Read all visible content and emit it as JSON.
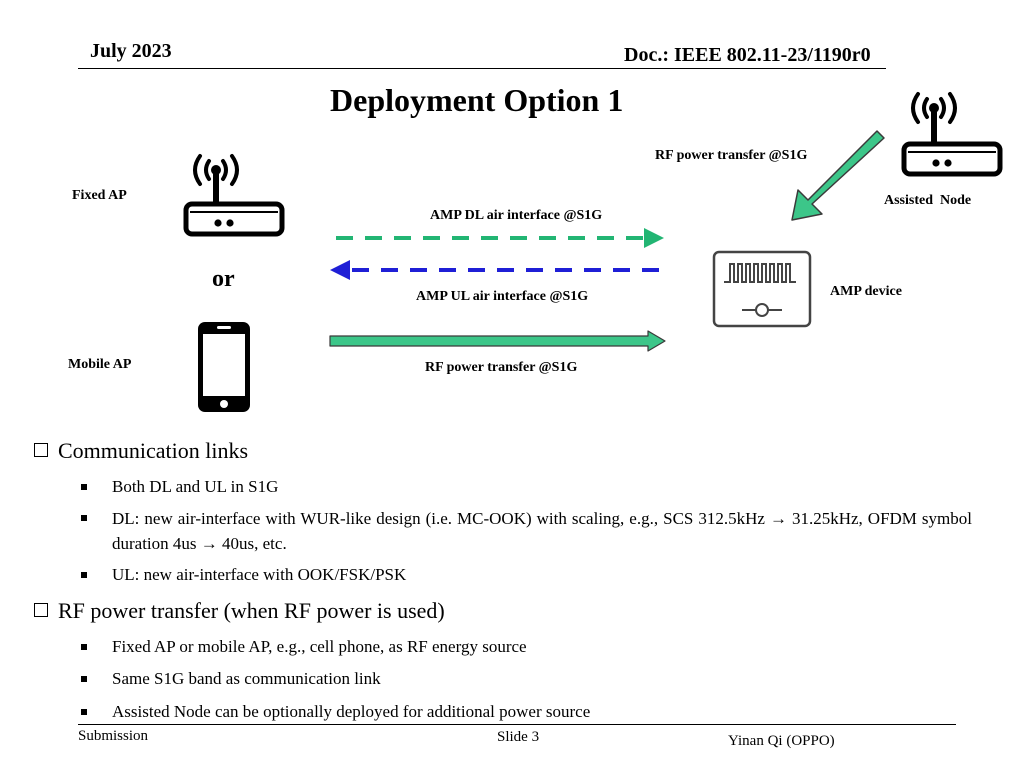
{
  "header": {
    "date": "July 2023",
    "doc_id": "Doc.: IEEE 802.11-23/1190r0"
  },
  "slide_title": "Deployment Option 1",
  "diagram": {
    "fixed_ap": "Fixed AP",
    "or": "or",
    "mobile_ap": "Mobile AP",
    "assisted_node": "Assisted  Node",
    "amp_device": "AMP device",
    "rf_top": "RF power transfer @S1G",
    "dl_label": "AMP DL air interface @S1G",
    "ul_label": "AMP UL air interface @S1G",
    "rf_bottom": "RF power transfer @S1G",
    "colors": {
      "green": "#22b573",
      "blue": "#1f1fd6",
      "rf_arrow_fill": "#3cc689"
    }
  },
  "sections": [
    {
      "title": "Communication links",
      "bullets": [
        "Both DL and UL in S1G",
        "DL: new air-interface with WUR-like design (i.e. MC-OOK) with scaling, e.g., SCS 312.5kHz → 31.25kHz, OFDM symbol duration 4us → 40us, etc.",
        "UL: new air-interface with OOK/FSK/PSK"
      ]
    },
    {
      "title": "RF power transfer (when RF power is used)",
      "bullets": [
        "Fixed AP or mobile AP, e.g., cell phone, as RF energy source",
        "Same S1G band as communication link",
        "Assisted Node can be optionally deployed for additional power source"
      ]
    }
  ],
  "footer": {
    "submission": "Submission",
    "slide": "Slide 3",
    "author": "Yinan Qi (OPPO)"
  }
}
